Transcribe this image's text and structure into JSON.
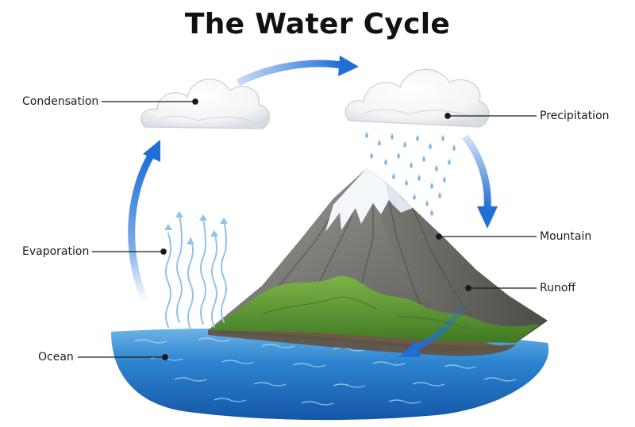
{
  "title": "The Water Cycle",
  "labels": {
    "condensation": "Condensation",
    "precipitation": "Precipitation",
    "evaporation": "Evaporation",
    "mountain": "Mountain",
    "runoff": "Runoff",
    "ocean": "Ocean"
  },
  "colors": {
    "arrow": "#1f6fd6",
    "ocean": "#1f6bbf",
    "ocean_light": "#5aa6e0",
    "rock": "#6f6f6b",
    "grass": "#5c9a32",
    "snow": "#f4f7fa",
    "vapor": "#8fc3ee",
    "rain": "#7fb9e8"
  }
}
